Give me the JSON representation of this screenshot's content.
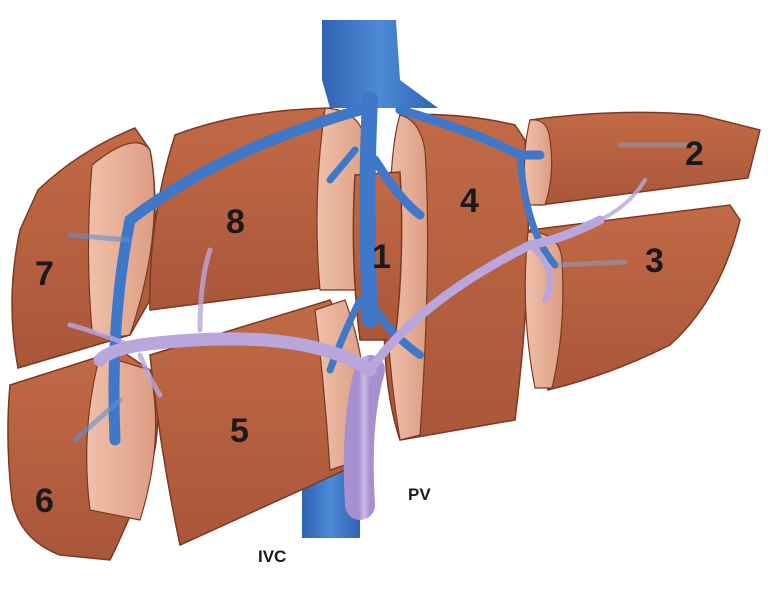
{
  "segments": [
    {
      "id": "seg-1",
      "label": "1"
    },
    {
      "id": "seg-2",
      "label": "2"
    },
    {
      "id": "seg-3",
      "label": "3"
    },
    {
      "id": "seg-4",
      "label": "4"
    },
    {
      "id": "seg-5",
      "label": "5"
    },
    {
      "id": "seg-6",
      "label": "6"
    },
    {
      "id": "seg-7",
      "label": "7"
    },
    {
      "id": "seg-8",
      "label": "8"
    }
  ],
  "vessels": {
    "ivc_label": "IVC",
    "pv_label": "PV"
  },
  "colors": {
    "liver": "#b8603f",
    "liver_dark": "#7a3a22",
    "cut_face": "#e9b09a",
    "hepatic_vein": "#3f78c8",
    "portal_vein": "#b9a6dc",
    "portal_outline": "#7e62b0"
  }
}
